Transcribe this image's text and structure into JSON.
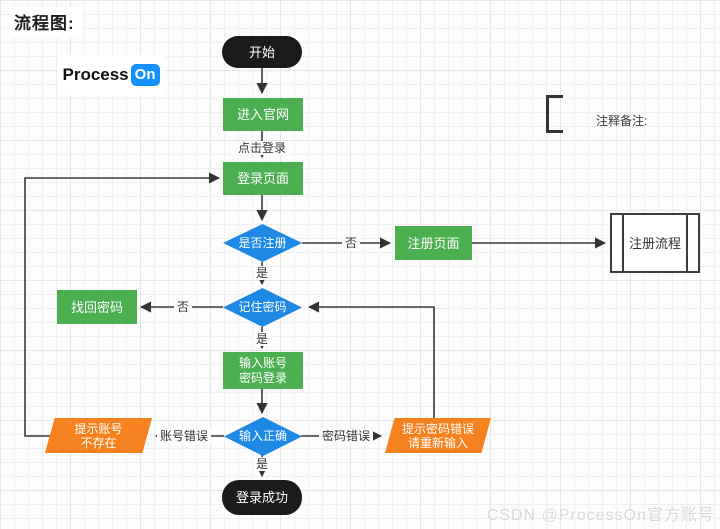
{
  "page": {
    "title": "流程图:",
    "watermark": "CSDN @ProcessOn官方账号"
  },
  "logo": {
    "text": "Process",
    "badge": "On"
  },
  "nodes": {
    "start": "开始",
    "enter_site": "进入官网",
    "login_page": "登录页面",
    "is_registered": "是否注册",
    "register_page": "注册页面",
    "register_flow": "注册流程",
    "remember_pwd": "记住密码",
    "find_pwd": "找回密码",
    "input_line1": "输入账号",
    "input_line2": "密码登录",
    "is_correct": "输入正确",
    "account_err_line1": "提示账号",
    "account_err_line2": "不存在",
    "pwd_err_line1": "提示密码错误",
    "pwd_err_line2": "请重新输入",
    "success": "登录成功"
  },
  "edge_labels": {
    "click_login": "点击登录",
    "register_no": "否",
    "register_yes": "是",
    "remember_no": "否",
    "remember_yes": "是",
    "account_error": "账号错误",
    "password_error": "密码错误",
    "correct_yes": "是"
  },
  "annotation": {
    "label": "注释备注:"
  },
  "colors": {
    "green": "#4caf50",
    "blue": "#1e88e5",
    "orange": "#f5821f",
    "dark": "#1b1b1b",
    "line": "#3a3a3a",
    "logo_blue": "#1690ff",
    "label": "#333333",
    "watermark": "#d9d9d9",
    "grid_minor": "#efefef",
    "grid_major": "#e6e6e6"
  }
}
